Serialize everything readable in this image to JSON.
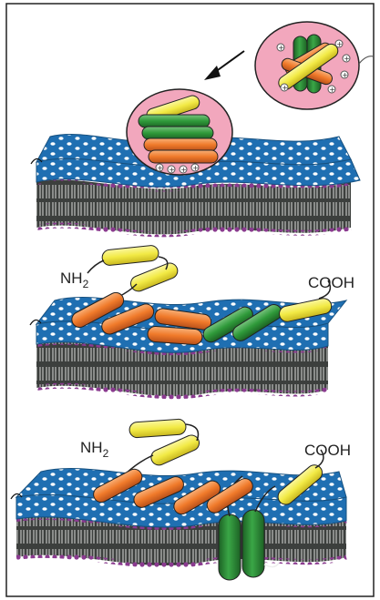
{
  "panels": [
    {
      "id": "panel-1",
      "description_visible": false
    },
    {
      "id": "panel-2",
      "left_label": "NH",
      "left_label_sub": "2",
      "right_label": "COOH"
    },
    {
      "id": "panel-3",
      "left_label": "NH",
      "left_label_sub": "2",
      "right_label": "COOH"
    }
  ],
  "colors": {
    "membrane_top": "#1f6fb2",
    "membrane_side": "#3c3f3d",
    "head_groups": "#8a3a8f",
    "bead": "#ffffff",
    "helix_yellow": "#f2ea45",
    "helix_orange": "#f07a2a",
    "helix_green": "#2f9a3a",
    "bubble_pink": "#f2a7bd",
    "frame": "#222222"
  },
  "icons": [
    "arrow-icon",
    "charge-plus-icon"
  ]
}
